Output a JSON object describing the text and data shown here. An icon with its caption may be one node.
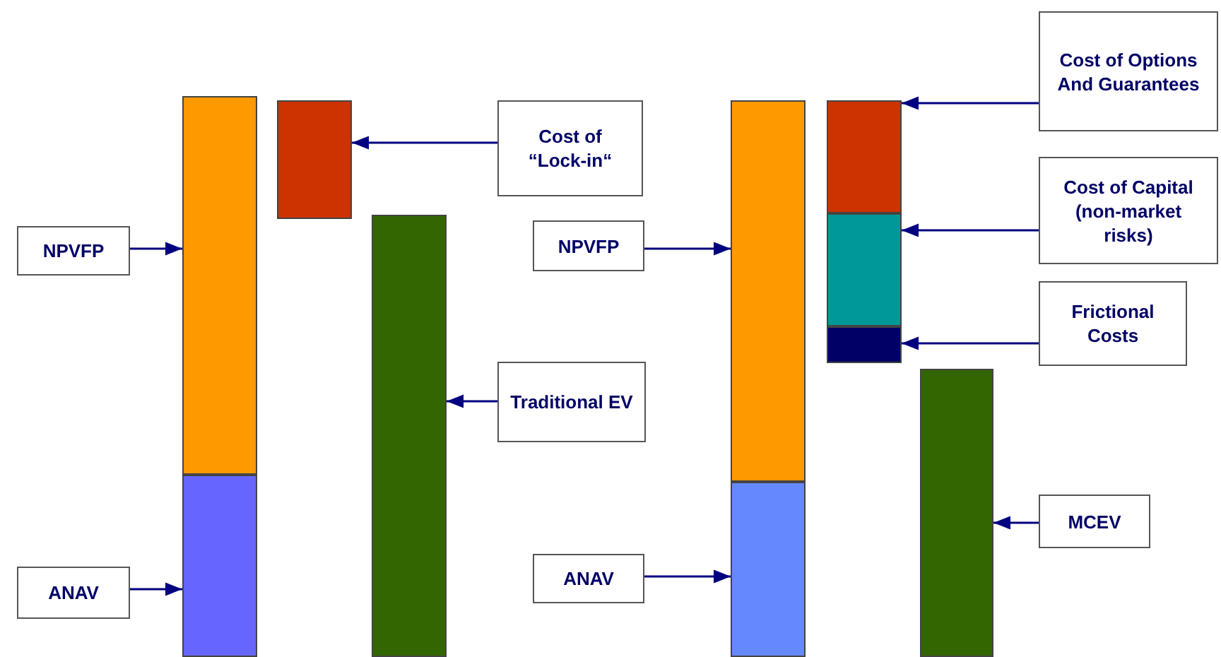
{
  "diagram": {
    "nodes": [
      {
        "text": [
          "NPVFP"
        ]
      },
      {
        "text": [
          "ANAV"
        ]
      },
      {
        "text": [],
        "shape": "bar"
      },
      {
        "text": [],
        "shape": "bar"
      },
      {
        "text": [],
        "shape": "bar"
      },
      {
        "text": [],
        "shape": "bar"
      },
      {
        "text": [
          "Cost of “Lock-in“"
        ]
      },
      {
        "text": [
          "Traditional EV"
        ]
      },
      {
        "text": [
          "NPVFP"
        ]
      },
      {
        "text": [
          "ANAV"
        ]
      },
      {
        "text": [],
        "shape": "bar"
      },
      {
        "text": [],
        "shape": "bar"
      },
      {
        "text": [],
        "shape": "bar"
      },
      {
        "text": [],
        "shape": "bar"
      },
      {
        "text": [],
        "shape": "bar"
      },
      {
        "text": [],
        "shape": "bar"
      },
      {
        "text": [
          "Cost of Options And Guarantees"
        ]
      },
      {
        "text": [
          "Cost of Capital (non-market risks)"
        ]
      },
      {
        "text": [
          "Frictional Costs"
        ]
      },
      {
        "text": [
          "MCEV"
        ]
      }
    ],
    "edges": [
      {
        "from": 0,
        "to": 2,
        "arrow": "to"
      },
      {
        "from": 1,
        "to": 3,
        "arrow": "to"
      },
      {
        "from": 6,
        "to": 4,
        "arrow": "to"
      },
      {
        "from": 7,
        "to": 5,
        "arrow": "to"
      },
      {
        "from": 8,
        "to": 10,
        "arrow": "to"
      },
      {
        "from": 9,
        "to": 11,
        "arrow": "to"
      },
      {
        "from": 16,
        "to": 12,
        "arrow": "to"
      },
      {
        "from": 17,
        "to": 13,
        "arrow": "to"
      },
      {
        "from": 18,
        "to": 14,
        "arrow": "to"
      },
      {
        "from": 19,
        "to": 15,
        "arrow": "to"
      }
    ]
  }
}
